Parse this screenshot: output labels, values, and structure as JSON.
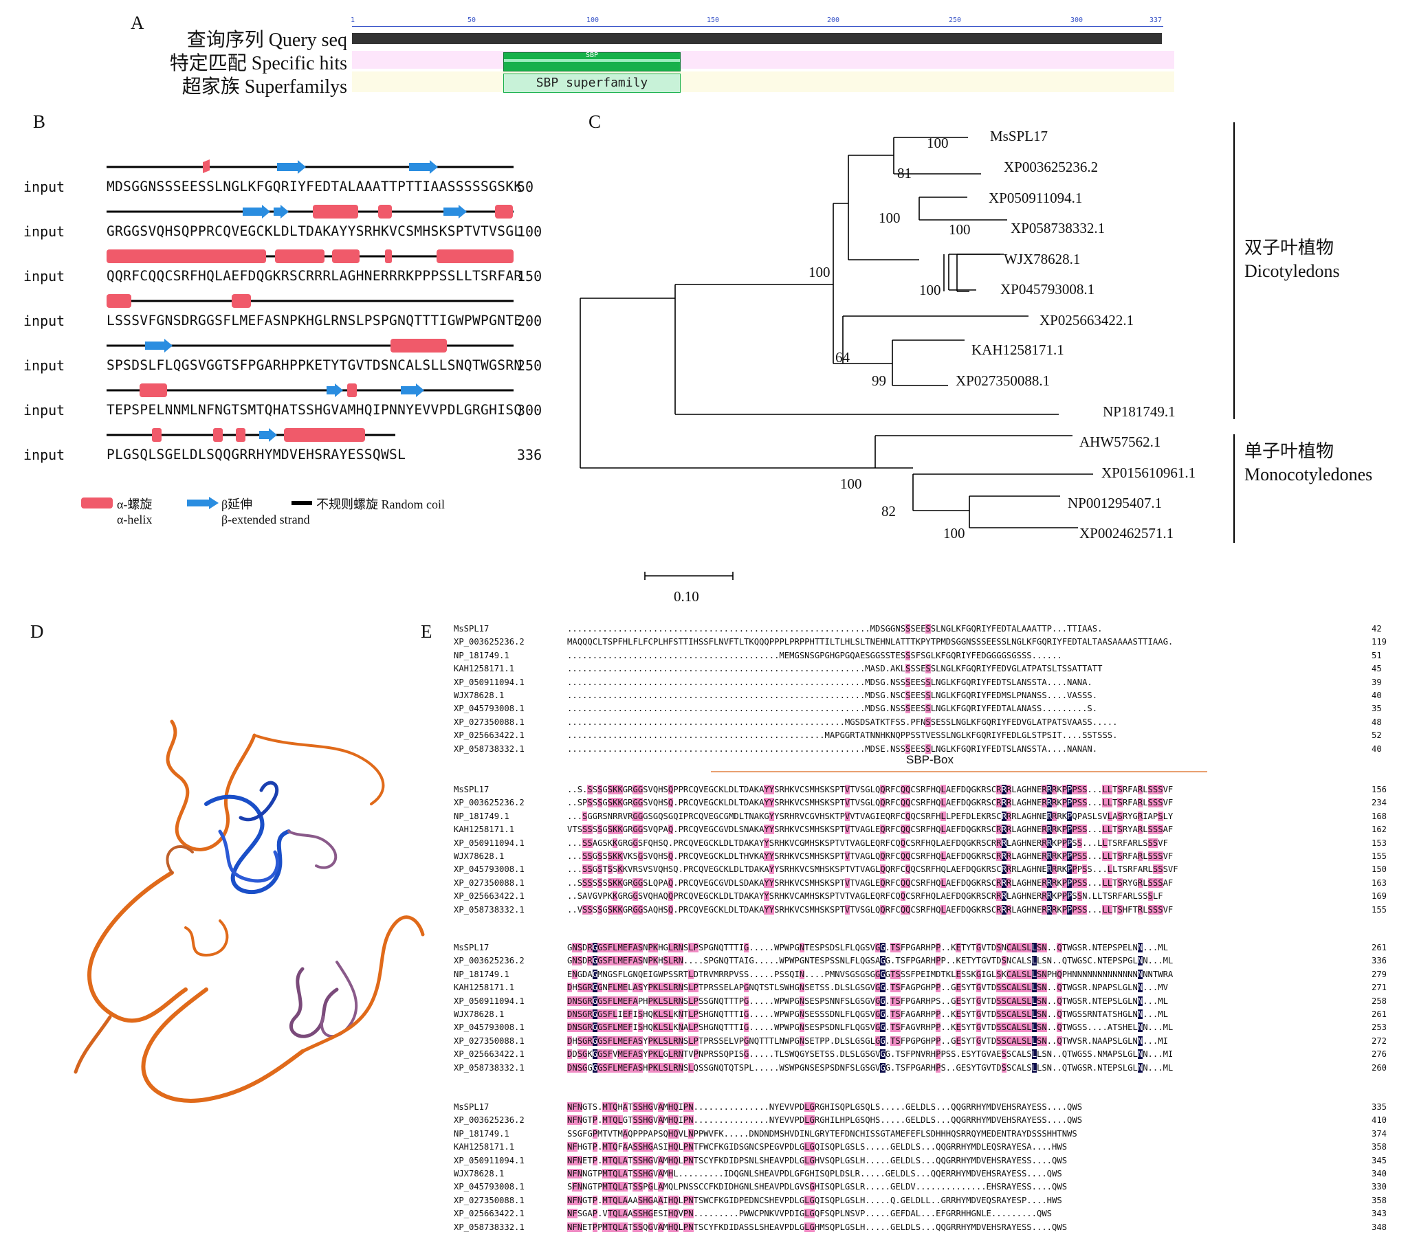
{
  "panel_labels": {
    "a": "A",
    "b": "B",
    "c": "C",
    "d": "D",
    "e": "E"
  },
  "panel_a": {
    "rows": [
      "查询序列 Query seq",
      "特定匹配 Specific hits",
      "超家族 Superfamilys"
    ],
    "ticks": [
      "1",
      "50",
      "100",
      "150",
      "200",
      "250",
      "300",
      "337"
    ],
    "specific_hit": "SBP",
    "superfamily": "SBP superfamily",
    "colors": {
      "query_bar": "#333333",
      "specific_bg": "#fde6fb",
      "super_bg": "#fdfbe6",
      "hit_green": "#17b04b",
      "super_green": "#c8f2d8"
    }
  },
  "panel_b": {
    "input_label": "input",
    "rows": [
      {
        "seq": "MDSGGNSSSEESSLNGLKFGQRIYFEDTALAAATTPTTIAASSSSSGSKK",
        "num": "50"
      },
      {
        "seq": "GRGGSVQHSQPPRCQVEGCKLDLTDAKAYYSRHKVCSMHSKSPTVTVSGL",
        "num": "100"
      },
      {
        "seq": "QQRFCQQCSRFHQLAEFDQGKRSCRRRLAGHNERRRKPPPSSLLTSRFAR",
        "num": "150"
      },
      {
        "seq": "LSSSVFGNSDRGGSFLMEFASNPKHGLRNSLPSPGNQTTTIGWPWPGNTE",
        "num": "200"
      },
      {
        "seq": "SPSDSLFLQGSVGGTSFPGARHPPKETYTGVTDSNCALSLLSNQTWGSRN",
        "num": "250"
      },
      {
        "seq": "TEPSPELNNMLNFNGTSMTQHATSSHGVAMHQIPNNYEVVPDLGRGHISQ",
        "num": "300"
      },
      {
        "seq": "PLGSQLSGELDLSQQGRRHYMDVEHSRAYESSQWSL",
        "num": "336"
      }
    ],
    "legend": {
      "helix_cn": "α-螺旋",
      "helix_en": "α-helix",
      "strand_cn": "β延伸",
      "strand_en": "β-extended strand",
      "coil": "不规则螺旋 Random coil"
    }
  },
  "panel_c": {
    "leaves": [
      "MsSPL17",
      "XP003625236.2",
      "XP050911094.1",
      "XP058738332.1",
      "WJX78628.1",
      "XP045793008.1",
      "XP025663422.1",
      "KAH1258171.1",
      "XP027350088.1",
      "NP181749.1",
      "AHW57562.1",
      "XP015610961.1",
      "NP001295407.1",
      "XP002462571.1"
    ],
    "bootstraps": [
      "100",
      "81",
      "100",
      "100",
      "100",
      "100",
      "64",
      "99",
      "100",
      "82",
      "100"
    ],
    "dicot_cn": "双子叶植物",
    "dicot_en": "Dicotyledons",
    "monocot_cn": "单子叶植物",
    "monocot_en": "Monocotyledones",
    "scale": "0.10"
  },
  "panel_e": {
    "sbp_box": "SBP-Box",
    "names": [
      "MsSPL17",
      "XP_003625236.2",
      "NP_181749.1",
      "KAH1258171.1",
      "XP_050911094.1",
      "WJX78628.1",
      "XP_045793008.1",
      "XP_027350088.1",
      "XP_025663422.1",
      "XP_058738332.1"
    ],
    "blocks": [
      {
        "seqs": [
          "............................................................MDSGGNSSSEESSLNGLKFGQRIYFEDTALAAATTP...TTIAAS.",
          "MAQQQCLTSPFHLFLFCPLHFSTTIHSSFLNVFTLTKQQQPPPLPRPPHTTILTLHLSLTNEHNLATTTKPYTPMDSGGNSSSEESSLNGLKFGQRIYFEDTALTAASAAAASTTIAAG.",
          "..........................................MEMGSNSGPGHGPGQAESGGSSTESSSFSGLKFGQRIYFEDGGGGSGSSS......",
          "...........................................................MASD.AKLSSSESSLNGLKFGQRIYFEDVGLATPATSLTSSATTATT",
          "...........................................................MDSG.NSSSEESSLNGLKFGQRIYFEDTSLANSSTA....NANA.",
          "...........................................................MDSG.NSCSEESSLNGLKFGQRIYFEDMSLPNANSS....VASSS.",
          "...........................................................MDSG.NSSSEESSLNGLKFGQRIYFEDTALANASS.........S.",
          ".......................................................MGSDSATKTFSS.PFNSSESSLNGLKFGQRIYFEDVGLATPATSVAASS.....",
          "...................................................MAPGGRTATNNHKNQPPSSTVESSLNGLKFGQRIYFEDLGLSTPSIT....SSTSSS.",
          "...........................................................MDSE.NSSSEESSLNGLKFGQRIYFEDTSLANSSTA....NANAN."
        ],
        "nums": [
          "42",
          "119",
          "51",
          "45",
          "39",
          "40",
          "35",
          "48",
          "52",
          "40"
        ]
      },
      {
        "seqs": [
          "..S.SSSGSKKGRGGSVQHSQPPRCQVEGCKLDLTDAKAYYSRHKVCSMHSKSPTVTVSGLQQRFCQQCSRFHQLAEFDQGKRSCRRRLAGHNERRRKPPPSS...LLTSRFARLSSSVF",
          "..SPSSSGSKKGRGGSVQHSQ.PRCQVEGCKLDLTDAKAYYSRHKVCSMHSKSPTVTVSGLQQRFCQQCSRFHQLAEFDQGKRSCRRRLAGHNERRRKPPPSS...LLTSRFARLSSSVF",
          "...SGGRSNRRVRGGGSGQSGQIPRCQVEGCGMDLTNAKGYYSRHRVCGVHSKTPVVTVAGIEQRFCQQCSRFHLLPEFDLEKRSCRRRLAGHNERRRKPQPASLSVLASRYGRIAPSLY",
          "VTSSSSSGSKKGRGGSVQPAQ.PRCQVEGCGVDLSNAKAYYSRHKVCSMHSKSPTVTVAGLEQRFCQQCSRFHQLAEFDQGKRSCRRRLAGHNERRRKPPPSS...LLTSRYARLSSSAF",
          "...SSAGSKKGRGGSFQHSQ.PRCQVEGCKLDLTDAKAYYSRHKVCGMHSKSPTVTVAGLEQRFCQQCSRFHQLAEFDQGKRSCRRRLAGHNERRRKPPPSS...LLTSRFARLSSSVF",
          "...SSGSSSKKVKSGSVQHSQ.PRCQVEGCKLDLTHVKAYYSRHKVCSMHSKSPTVTVAGLQQRFCQQCSRFHQLAEFDQGKRSCRRRLAGHNERRRKPPPSS...LLTSRFARLSSSVF",
          "...SSGSTSSKKVRSVSVQHSQ.PRCQVEGCKLDLTDAKAYYSRHKVCSMHSKSPTVTVAGLQQRFCQQCSRFHQLAEFDQGKRSCRRRLAGHNERRRKPPPSS...LLTSRFARLSSSVF",
          "..SSSSSSSKKGRGGSLQPAQ.PRCQVEGCGVDLSDAKAYYSRHKVCSMHSKSPTVTVAGLEQRFCQQCSRFHQLAEFDQGKRSCRRRLAGHNERRRKPPPSS...LLTSRYGRLSSSAF",
          "..SAVGVPKKGRGGSVQHAQQPRCQVEGCKLDLTDAKAYYSRHKVCAMHSKSPTVTVAGLEQRFCQQCSRFHQLAEFDQGKRSCRRRLAGHNERRRKPPPSSN.LLTSRFARLSSSLF",
          "..VSSSSGSKKGRGGSAQHSQ.PRCQVEGCKLDLTDAKAYYSRHKVCSMHSKSPTVTVSGLQQRFCQQCSRFHQLAEFDQGKRSCRRRLAGHNERRRKPPPSS...LLTSHFTRLSSSVF"
        ],
        "nums": [
          "156",
          "234",
          "168",
          "162",
          "153",
          "155",
          "150",
          "163",
          "169",
          "155"
        ]
      },
      {
        "seqs": [
          "GNSDRGGSFLMEFASNPKHGLRNSLPSPGNQTTTIG.....WPWPGNTESPSDSLFLQGSVGG.TSFPGARHPP..KETYTGVTDSNCALSLLSN..QTWGSR.NTEPSPELNN...ML",
          "GNSDRGGSFLMEFASNPKHSLRN....SPGNQTTAIG.....WPWPGNTESPSSNLFLQGSAGG.TSFPGARHPP..KETYTGVTDSNCALSLLSN..QTWGSC.NTEPSPGLNN...ML",
          "ENGDAGMNGSFLGNQEIGWPSSRTLDTRVMRRPVSS.....PSSQIN....PMNVSGSGSGGGGTSSSFPEIMDTKLESSKGIGLSKCALSLLSNPHQPHNNNNNNNNNNNNNNNNTWRA",
          "DHSGRGGNFLMELASYPKLSLRNSLPTPRSSELAPGNQTSTLSWHGNSETSS.DLSLGSGVGG.TSFAGPGHPP..GESYTGVTDSSCALSLLSN..QTWGSR.NPAPSLGLNN...MV",
          "DNSGRGGSFLMEFAPHPKLSLRNSLPSSGNQTTTPG.....WPWPGNSESPSNNFSLGSGVGG.TSFPGARHPS..GESYTGVTDSSCALSLLSN..QTWGSR.NTEPSLGLNN...ML",
          "DNSGRGGSFLIEFISHQKLSLKNTLPSHGNQTTTIG.....WPWPGNSESSSDNLFLQGSVGG.TSFAGARHPP..KESYTGVTDSSCALSLLSN..QTWGSSRNTATSHGLNN...ML",
          "DNSGRGGSFLMEFISHQKLSLKNALPSHGNQTTTIG.....WPWPGNSESPSDNLFLQGSVGG.TSFAGVRHPP..KESYTGVTDSSCALSLLSN..QTWGSS....ATSHELNN...ML",
          "DHSGRGGSFLMEFASYPKLSLRNSLPTPRSSELVPGNQTTTLNWPGNSETPP.DLSLGSGLGG.TSFPGPGHPP..GESYTGVTDSSCALSLLSN..QTWVSR.NAAPSLGLNN...MI",
          "DDSGKGGSFVMEFASYPKLGLRNTVPNPRSSQPISG.....TLSWQGYSETSS.DLSLGSGVGG.TSFPNVRHPPSS.ESYTGVAESSCALSLLSN..QTWGSS.NMAPSLGLNN...MI",
          "DNSGGGGSFLMEFASHPKLSLRNSLQSSGNQTQTSPL.....WSWPGNSESPSDNFSLGSGVGG.TSFPGARHPS..GESYTGVTDSSCALSLLSN..QTWGSR.NTEPSLGLNN...ML"
        ],
        "nums": [
          "261",
          "336",
          "279",
          "271",
          "258",
          "261",
          "253",
          "272",
          "276",
          "260"
        ]
      },
      {
        "seqs": [
          "NFNGTS.MTQHATSSHGVAMHQIPN...............NYEVVPDLGRGHISQPLGSQLS.....GELDLS...QQGRRHYMDVEHSRAYESS....QWS",
          "NFNGTP.MTQLGTSSHGVAMHQIPN...............NYEVVPDLGRGHILHPLGSQHS.....GELDLS...QQGRRHYMDVEHSRAYESS....QWS",
          "SSGFGPMTVTMAQPPPAPSQHQVLNPPWVFK.....DNDNDMSHVDINLGRYTEFDNCHISSGTAMEFEFLSDHHHQSRRQYMEDENTRAYDSSSHHTNWS",
          "NFHGTP.MTQFAASSHGASIHQLPNTFWCFKGIDSGNCSPEGVPDLGLGQISQPLGSLS.....GELDLS...QQGRRHYMDLEQSRAYESA....HWS",
          "NFNETP.MTQLATSSHGVAMHQLPNTSCYFKDIDPSNLSHEAVPDLGLGHVSQPLGSLH.....GELDLS...QQGRRHYMDVEHSRAYESS....QWS",
          "NFNNGTPMTQLATSSHGVAMHL.........IDQGNLSHEAVPDLGFGHISQPLDSLR.....GELDLS...QQERRHYMDVEHSRAYESS....QWS",
          "SFNNGTPMTQLATSSPGLAMQLPNSSCCFKDIDHGNLSHEAVPDLGVSGHISQPLGSLR.....GELDV..............EHSRAYESS....QWS",
          "NFNGTP.MTQLAAASHGAAIHQLPNTSWCFKGIDPEDNCSHEVPDLGLGQISQPLGSLH.....Q.GELDLL..GRRHYMDVEQSRAYESP....HWS",
          "NFSGAP.VTQLAASSHGESIHQVPN.........PWWCPNKVVPDIGLGQFSQPLNSVP.....GEFDAL...EFGRRHHGNLE.........QWS",
          "NFNETPPMTQLATSSQGVAMHQLPNTSCYFKDIDASSLSHEAVPDLGLGHMSQPLGSLH.....GELDLS...QQGRRHYMDVEHSRAYESS....QWS"
        ],
        "nums": [
          "335",
          "410",
          "374",
          "358",
          "345",
          "340",
          "330",
          "358",
          "343",
          "348"
        ]
      }
    ]
  }
}
